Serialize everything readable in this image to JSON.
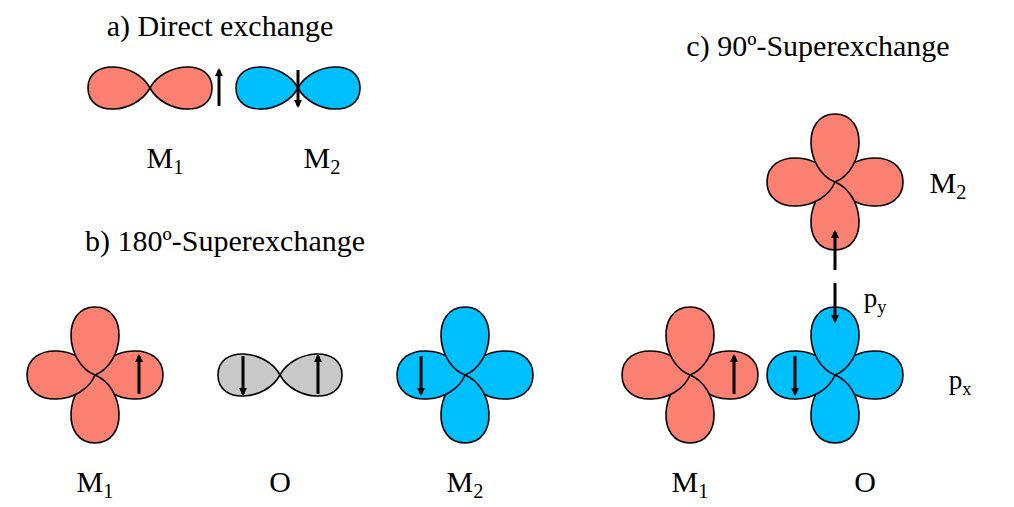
{
  "diagram": {
    "labels": [
      "a) Direct exchange",
      "M1",
      "M2",
      "b) 180º-Superexchange",
      "M1",
      "O",
      "M2",
      "c) 90º-Superexchange",
      "M2",
      "py",
      "px",
      "M1",
      "O"
    ]
  }
}
